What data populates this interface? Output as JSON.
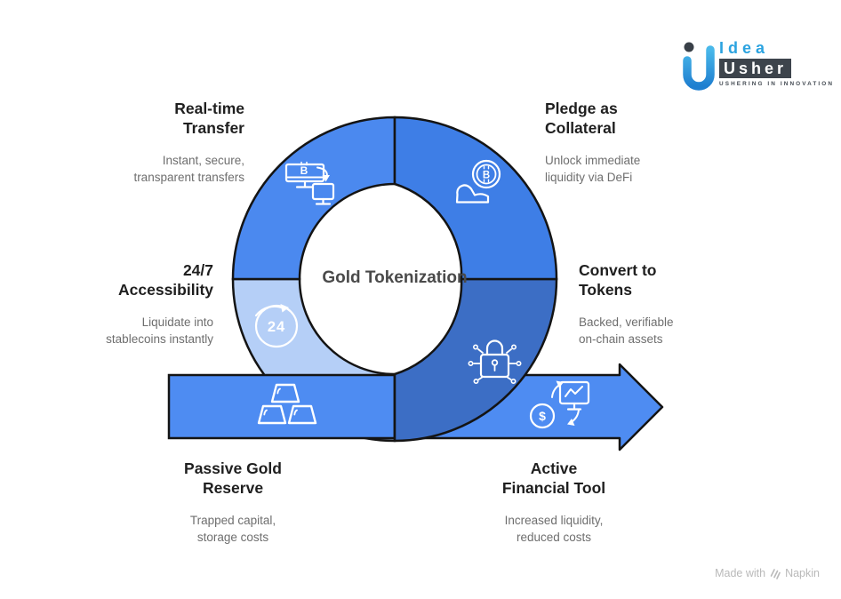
{
  "canvas": {
    "background": "#ffffff",
    "outline": "#141414",
    "icon_stroke": "#ffffff"
  },
  "logo": {
    "brand_top": "Idea",
    "brand_bottom": "Usher",
    "tagline": "USHERING IN INNOVATION",
    "accent": "#2ba3e0",
    "dark": "#3d444c"
  },
  "center_title": "Gold Tokenization",
  "segments": [
    {
      "name": "real-time-transfer",
      "title": "Real-time\nTransfer",
      "description": "Instant, secure,\ntransparent transfers",
      "color": "#4b89ef",
      "icon": "monitors-transfer-icon"
    },
    {
      "name": "pledge-as-collateral",
      "title": "Pledge as\nCollateral",
      "description": "Unlock immediate\nliquidity via DeFi",
      "color": "#3e7ee6",
      "icon": "bitcoin-hand-icon"
    },
    {
      "name": "24-7-accessibility",
      "title": "24/7\nAccessibility",
      "description": "Liquidate into\nstablecoins instantly",
      "color": "#b5cff7",
      "icon": "24-hours-icon"
    },
    {
      "name": "convert-to-tokens",
      "title": "Convert to\nTokens",
      "description": "Backed, verifiable\non-chain assets",
      "color": "#3c6ec5",
      "icon": "encrypted-lock-icon"
    },
    {
      "name": "passive-gold-reserve",
      "title": "Passive Gold\nReserve",
      "description": "Trapped capital,\nstorage costs",
      "color": "#4e8cf2",
      "icon": "gold-bars-icon"
    },
    {
      "name": "active-financial-tool",
      "title": "Active\nFinancial Tool",
      "description": "Increased liquidity,\nreduced costs",
      "color": "#4e8cf2",
      "icon": "money-exchange-icon"
    }
  ],
  "icon_glyphs": {
    "bitcoin": "B",
    "hours": "24",
    "dollar": "$"
  },
  "credit": {
    "text": "Made with",
    "brand": "Napkin"
  }
}
